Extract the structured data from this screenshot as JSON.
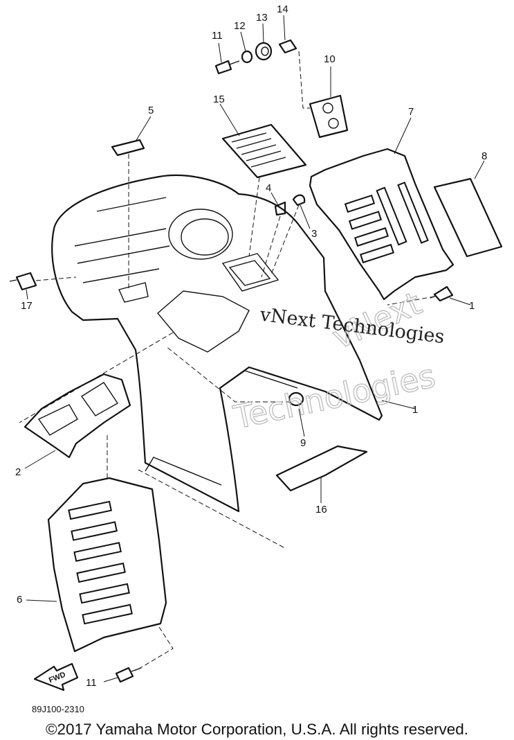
{
  "diagram": {
    "callouts": [
      "11",
      "12",
      "13",
      "14",
      "10",
      "15",
      "5",
      "7",
      "8",
      "4",
      "3",
      "17",
      "1",
      "1",
      "9",
      "2",
      "16",
      "6",
      "11"
    ],
    "watermark_primary": "vNext Technologies",
    "watermark_outline_1": "vNext",
    "watermark_outline_2": "Technologies",
    "fwd_label": "FWD",
    "drawing_code": "89J100-2310"
  },
  "footer": {
    "copyright": "©2017 Yamaha Motor Corporation, U.S.A. All rights reserved."
  }
}
